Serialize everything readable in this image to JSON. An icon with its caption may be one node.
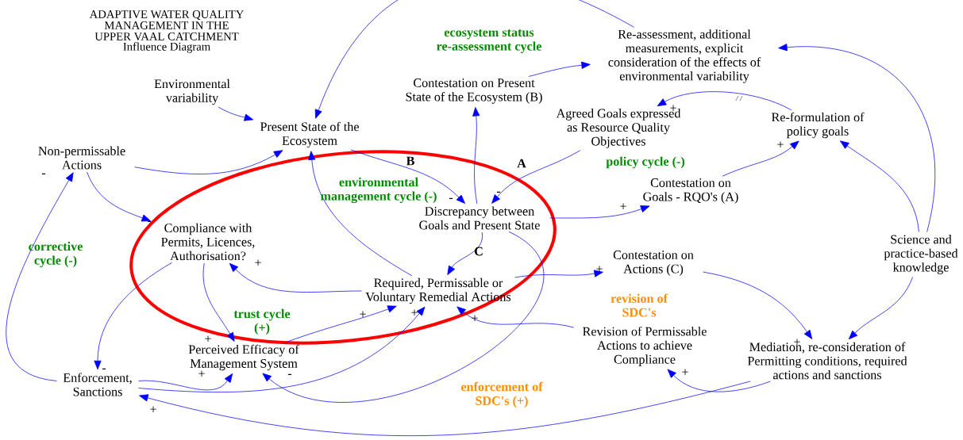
{
  "diagram": {
    "title": "ADAPTIVE WATER QUALITY MANAGEMENT IN THE UPPER VAAL CATCHMENT",
    "nodes": [
      {
        "text": [
          "Environmental variability"
        ]
      },
      {
        "text": [
          "Present State of the Ecosystem"
        ]
      },
      {
        "text": [
          "Contestation on Present State of the Ecosystem (B)"
        ]
      },
      {
        "text": [
          "Re-assessment, additional measurements, explicit consideration of the effects of environmental variability"
        ]
      },
      {
        "text": [
          "Non-permissable Actions"
        ]
      },
      {
        "text": [
          "Agreed Goals expressed as Resource Quality Objectives"
        ]
      },
      {
        "text": [
          "Re-formulation of policy goals"
        ]
      },
      {
        "text": [
          "Discrepancy between Goals and Present State"
        ]
      },
      {
        "text": [
          "Contestation on Goals - RQO's (A)"
        ]
      },
      {
        "text": [
          "Compliance with Permits, Licences, Authorisation?"
        ]
      },
      {
        "text": [
          "Science and practice-based knowledge"
        ]
      },
      {
        "text": [
          "Contestation on Actions (C)"
        ]
      },
      {
        "text": [
          "Required, Permissable or Voluntary Remedial Actions"
        ]
      },
      {
        "text": [
          "Revision of Permissable Actions to achieve Compliance"
        ]
      },
      {
        "text": [
          "Mediation, re-consideration of Permitting conditions, required actions and sanctions"
        ]
      },
      {
        "text": [
          "Perceived Efficacy of Management System"
        ]
      },
      {
        "text": [
          "Enforcement, Sanctions"
        ]
      }
    ],
    "edges": [
      {
        "from": 0,
        "to": 1,
        "arrow": "to"
      },
      {
        "from": 3,
        "to": 1,
        "arrow": "to"
      },
      {
        "from": 2,
        "to": 3,
        "arrow": "to"
      },
      {
        "from": 4,
        "to": 1,
        "arrow": "to"
      },
      {
        "from": 1,
        "to": 7,
        "arrow": "to",
        "label": "-"
      },
      {
        "from": 7,
        "to": 2,
        "arrow": "to"
      },
      {
        "from": 5,
        "to": 7,
        "arrow": "to",
        "label": "-"
      },
      {
        "from": 7,
        "to": 8,
        "arrow": "to",
        "label": "+"
      },
      {
        "from": 8,
        "to": 6,
        "arrow": "to",
        "label": "+"
      },
      {
        "from": 6,
        "to": 5,
        "arrow": "to",
        "label": "+"
      },
      {
        "from": 10,
        "to": 6,
        "arrow": "to"
      },
      {
        "from": 10,
        "to": 3,
        "arrow": "to"
      },
      {
        "from": 10,
        "to": 14,
        "arrow": "to"
      },
      {
        "from": 4,
        "to": 9,
        "arrow": "to",
        "label": "-"
      },
      {
        "from": 9,
        "to": 16,
        "arrow": "to",
        "label": "-"
      },
      {
        "from": 16,
        "to": 4,
        "arrow": "to",
        "label": "-"
      },
      {
        "from": 9,
        "to": 15,
        "arrow": "to",
        "label": "+"
      },
      {
        "from": 16,
        "to": 15,
        "arrow": "to",
        "label": "+"
      },
      {
        "from": 16,
        "to": 12,
        "arrow": "to",
        "label": "+"
      },
      {
        "from": 15,
        "to": 12,
        "arrow": "to",
        "label": "+"
      },
      {
        "from": 12,
        "to": 9,
        "arrow": "to",
        "label": "+"
      },
      {
        "from": 7,
        "to": 12,
        "arrow": "to",
        "label": "C"
      },
      {
        "from": 7,
        "to": 15,
        "arrow": "to",
        "label": "-"
      },
      {
        "from": 12,
        "to": 1,
        "arrow": "to"
      },
      {
        "from": 12,
        "to": 11,
        "arrow": "to",
        "label": "+"
      },
      {
        "from": 11,
        "to": 14,
        "arrow": "to",
        "label": "+"
      },
      {
        "from": 14,
        "to": 13,
        "arrow": "to",
        "label": "+"
      },
      {
        "from": 13,
        "to": 12,
        "arrow": "to",
        "label": "+"
      },
      {
        "from": 14,
        "to": 16,
        "arrow": "to",
        "label": "+"
      }
    ],
    "labels": [
      "Influence Diagram",
      "ecosystem status re-assessment cycle",
      "B",
      "A",
      "environmental management cycle (-)",
      "policy cycle (-)",
      "corrective cycle (-)",
      "trust cycle (+)",
      "revision of SDC's",
      "enforcement of SDC's (+)"
    ]
  }
}
